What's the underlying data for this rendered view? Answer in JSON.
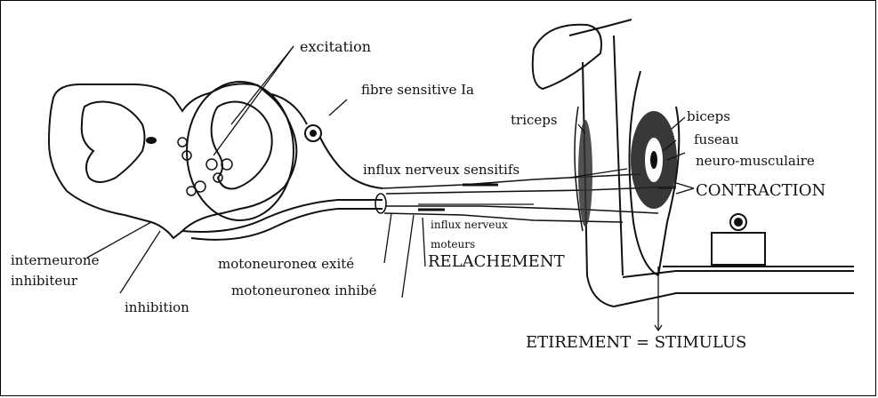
{
  "labels": {
    "excitation": "excitation",
    "fibre_sensitive": "fibre sensitive Ia",
    "triceps": "triceps",
    "biceps": "biceps",
    "fuseau": "fuseau",
    "neuro_musculaire": "neuro-musculaire",
    "influx_sensitifs": "influx nerveux sensitifs",
    "contraction": "CONTRACTION",
    "influx_moteurs_1": "influx nerveux",
    "influx_moteurs_2": "moteurs",
    "interneurone_1": "interneurone",
    "interneurone_2": "inhibiteur",
    "motoneurone_exite": "motoneuroneα exité",
    "relachement": "RELACHEMENT",
    "motoneurone_inhibe": "motoneuroneα inhibé",
    "inhibition": "inhibition",
    "etirement": "ETIREMENT = STIMULUS"
  }
}
